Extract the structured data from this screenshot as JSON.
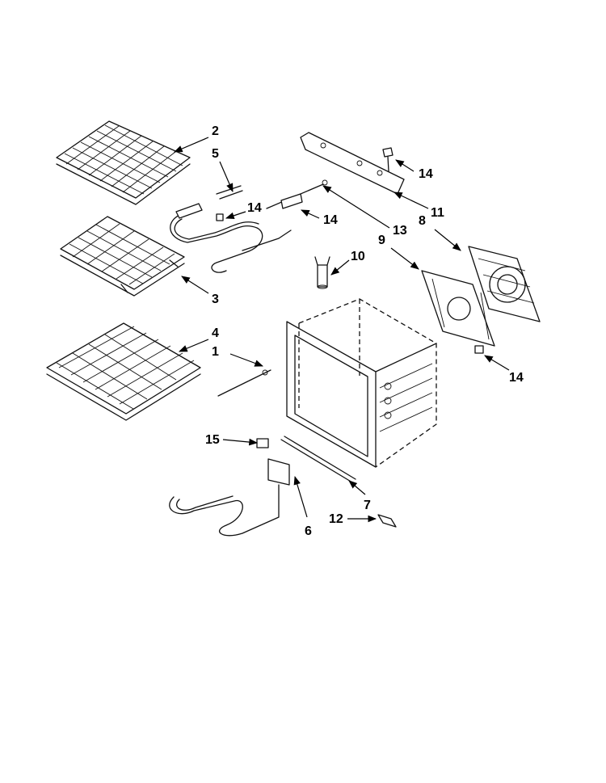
{
  "callouts": [
    {
      "id": "c2",
      "label": "2"
    },
    {
      "id": "c5",
      "label": "5"
    },
    {
      "id": "c14a",
      "label": "14"
    },
    {
      "id": "c14b",
      "label": "14"
    },
    {
      "id": "c3",
      "label": "3"
    },
    {
      "id": "c4",
      "label": "4"
    },
    {
      "id": "c1",
      "label": "1"
    },
    {
      "id": "c15",
      "label": "15"
    },
    {
      "id": "c6",
      "label": "6"
    },
    {
      "id": "c7",
      "label": "7"
    },
    {
      "id": "c12",
      "label": "12"
    },
    {
      "id": "c14c",
      "label": "14"
    },
    {
      "id": "c11",
      "label": "11"
    },
    {
      "id": "c13",
      "label": "13"
    },
    {
      "id": "c8",
      "label": "8"
    },
    {
      "id": "c9",
      "label": "9"
    },
    {
      "id": "c10",
      "label": "10"
    },
    {
      "id": "c14d",
      "label": "14"
    }
  ]
}
